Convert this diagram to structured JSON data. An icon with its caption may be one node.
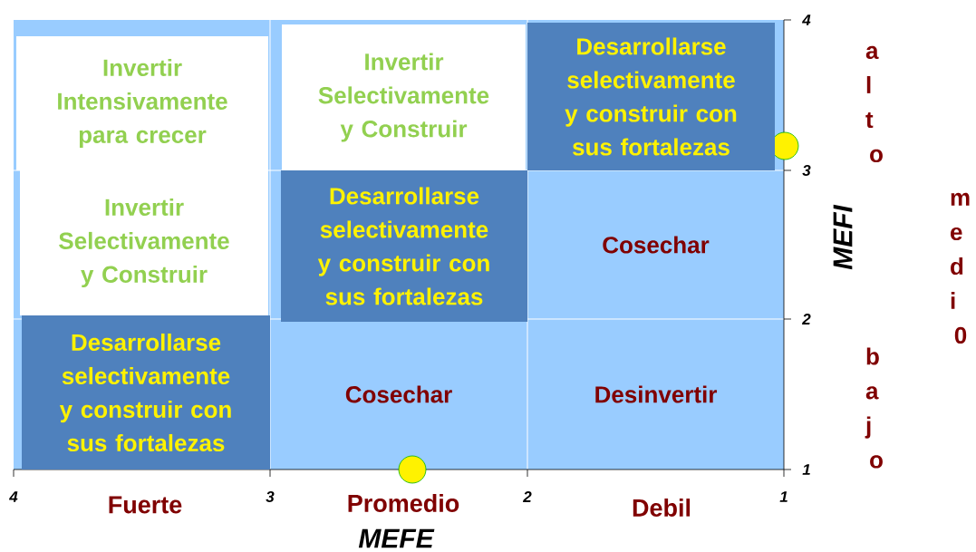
{
  "diagram": {
    "nodes": [
      {
        "text": [
          "Invertir Intensivamente para crecer"
        ]
      },
      {
        "text": [
          "Invertir Selectivamente y Construir"
        ]
      },
      {
        "text": [
          "Desarrollarse selectivamente y construir con sus fortalezas"
        ]
      },
      {
        "text": [
          "Invertir Selectivamente y Construir"
        ]
      },
      {
        "text": [
          "Desarrollarse selectivamente y construir con sus fortalezas"
        ]
      },
      {
        "text": [
          "Cosechar"
        ]
      },
      {
        "text": [
          "Desarrollarse selectivamente y construir con sus fortalezas"
        ]
      },
      {
        "text": [
          "Cosechar"
        ]
      },
      {
        "text": [
          "Desinvertir"
        ]
      }
    ],
    "labels": [
      "4",
      "alto",
      "3",
      "MEFI",
      "medi0",
      "2",
      "bajo",
      "1",
      "4",
      "3",
      "2",
      "1",
      "Fuerte",
      "Promedio",
      "Debil",
      "MEFE"
    ]
  }
}
